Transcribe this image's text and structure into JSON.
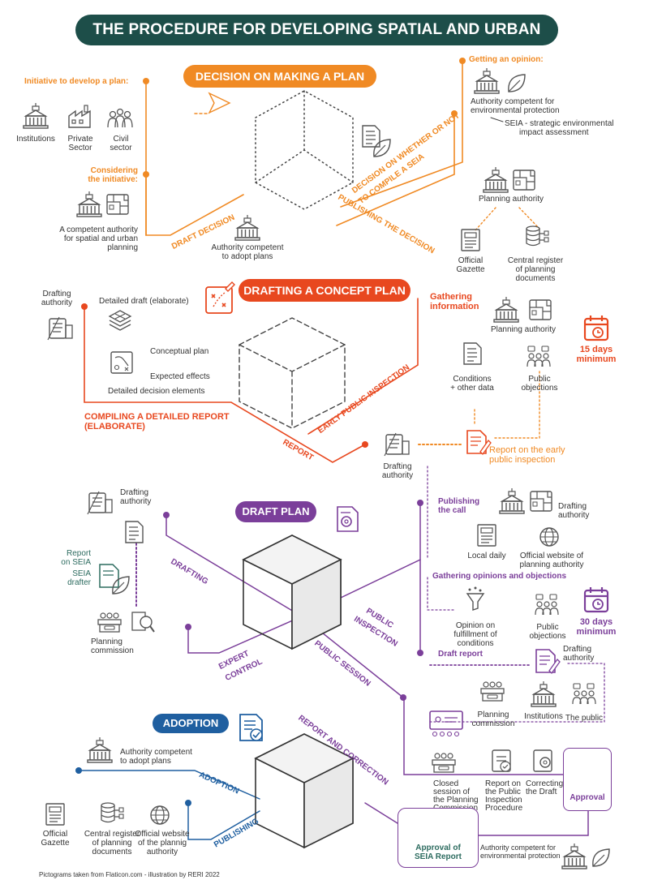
{
  "title": "THE PROCEDURE FOR DEVELOPING SPATIAL AND URBAN PLANS",
  "colors": {
    "header": "#1d4e49",
    "orange": "#f08a24",
    "red": "#e8481f",
    "purple": "#7b3f9a",
    "blue": "#1f5fa0",
    "icon": "#555555",
    "green": "#2c6b5f"
  },
  "s1": {
    "heading": "DECISION ON MAKING A PLAN",
    "initiative": "Initiative to develop a plan:",
    "institutions": "Institutions",
    "private1": "Private",
    "private2": "Sector",
    "civil1": "Civil",
    "civil2": "sector",
    "considering1": "Considering",
    "considering2": "the initiative:",
    "authority1": "A competent authority",
    "authority2": "for spatial and urban",
    "authority3": "planning",
    "draft_decision": "DRAFT DECISION",
    "adopt1": "Authority competent",
    "adopt2": "to adopt plans",
    "opinion": "Getting an opinion:",
    "env1": "Authority competent for",
    "env2": "environmental protection",
    "seia1": "SEIA - strategic environmental",
    "seia2": "impact assessment",
    "decision_seia1": "DECISION ON WHETHER OR NOT",
    "decision_seia2": "TO COMPILE A SEIA",
    "publishing": "PUBLISHING THE DECISION",
    "planning_authority": "Planning authority",
    "gazette1": "Official",
    "gazette2": "Gazette",
    "register1": "Central register",
    "register2": "of planning",
    "register3": "documents"
  },
  "s2": {
    "heading": "DRAFTING A CONCEPT PLAN",
    "drafting1": "Drafting",
    "drafting2": "authority",
    "detailed": "Detailed draft (elaborate)",
    "conceptual": "Conceptual plan",
    "effects": "Expected effects",
    "elements": "Detailed decision elements",
    "compiling1": "COMPILING A DETAILED REPORT",
    "compiling2": "(ELABORATE)",
    "report": "REPORT",
    "gathering1": "Gathering",
    "gathering2": "information",
    "planning_authority": "Planning authority",
    "conditions1": "Conditions",
    "conditions2": "+ other data",
    "objections1": "Public",
    "objections2": "objections",
    "early": "EARLY PUBLIC INSPECTION",
    "days1": "15 days",
    "days2": "minimum",
    "report_early1": "Report on the early",
    "report_early2": "public inspection",
    "drafting_b1": "Drafting",
    "drafting_b2": "authority"
  },
  "s3": {
    "heading": "DRAFT PLAN",
    "drafting1": "Drafting",
    "drafting2": "authority",
    "report_seia1": "Report",
    "report_seia2": "on SEIA",
    "seia_drafter1": "SEIA",
    "seia_drafter2": "drafter",
    "planning_comm1": "Planning",
    "planning_comm2": "commission",
    "drafting_lbl": "DRAFTING",
    "expert1": "EXPERT",
    "expert2": "CONTROL",
    "public_session": "PUBLIC SESSION",
    "public_insp1": "PUBLIC",
    "public_insp2": "INSPECTION",
    "publishing_call1": "Publishing",
    "publishing_call2": "the call",
    "drafting_auth1": "Drafting",
    "drafting_auth2": "authority",
    "local_daily": "Local daily",
    "website1": "Official website of",
    "website2": "planning authority",
    "gathering_opinions": "Gathering opinions and objections",
    "opinion1": "Opinion on",
    "opinion2": "fulfillment of",
    "opinion3": "conditions",
    "objections1": "Public",
    "objections2": "objections",
    "days1": "30 days",
    "days2": "minimum",
    "draft_report": "Draft report",
    "dr_auth1": "Drafting",
    "dr_auth2": "authority",
    "pc1": "Planning",
    "pc2": "commission",
    "institutions": "Institutions",
    "public": "The public"
  },
  "s4": {
    "heading": "ADOPTION",
    "adopt1": "Authority competent",
    "adopt2": "to adopt plans",
    "adoption": "ADOPTION",
    "publishing": "PUBLISHING",
    "report_correction": "REPORT AND CORRECTION",
    "gazette1": "Official",
    "gazette2": "Gazette",
    "register1": "Central register",
    "register2": "of planning",
    "register3": "documents",
    "website1": "Official website",
    "website2": "of the plannig",
    "website3": "authority",
    "closed1": "Closed",
    "closed2": "session of",
    "closed3": "the Planning",
    "closed4": "Commission",
    "rpi1": "Report on",
    "rpi2": "the Public",
    "rpi3": "Inspection",
    "rpi4": "Procedure",
    "correcting1": "Correcting",
    "correcting2": "the Draft",
    "approval": "Approval",
    "approval_seia1": "Approval of",
    "approval_seia2": "SEIA Report",
    "env1": "Authority competent for",
    "env2": "environmental protection"
  },
  "footer": "Pictograms taken from Flaticon.com - illustration by RERI 2022"
}
